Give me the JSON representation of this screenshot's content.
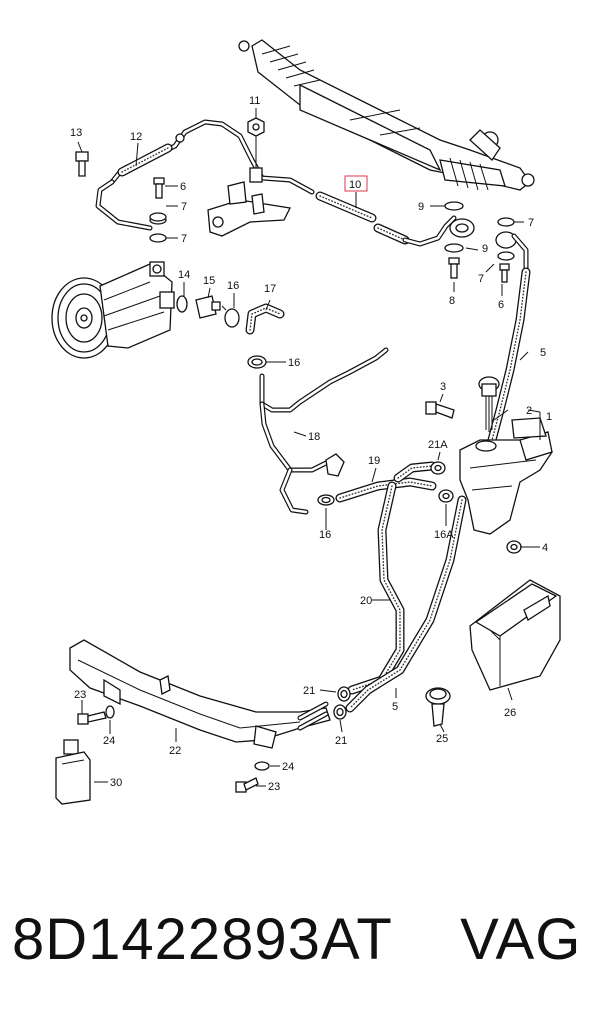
{
  "callouts": {
    "c1": "1",
    "c2": "2",
    "c3": "3",
    "c4": "4",
    "c5a": "5",
    "c5b": "5",
    "c6a": "6",
    "c6b": "6",
    "c7a": "7",
    "c7b": "7",
    "c7c": "7",
    "c7d": "7",
    "c8": "8",
    "c9a": "9",
    "c9b": "9",
    "c10": "10",
    "c11": "11",
    "c12": "12",
    "c13": "13",
    "c14": "14",
    "c15": "15",
    "c16a": "16",
    "c16b": "16",
    "c16c": "16A",
    "c17": "17",
    "c18": "18",
    "c19": "19",
    "c20": "20",
    "c21a": "21A",
    "c21b": "21",
    "c21c": "21",
    "c22": "22",
    "c23a": "23",
    "c23b": "23",
    "c24a": "24",
    "c24b": "24",
    "c25": "25",
    "c26": "26",
    "c30": "30"
  },
  "highlight_callout": "10",
  "highlight_color": "#e2364f",
  "footer": {
    "part_number": "8D1422893AT",
    "brand": "VAG"
  }
}
